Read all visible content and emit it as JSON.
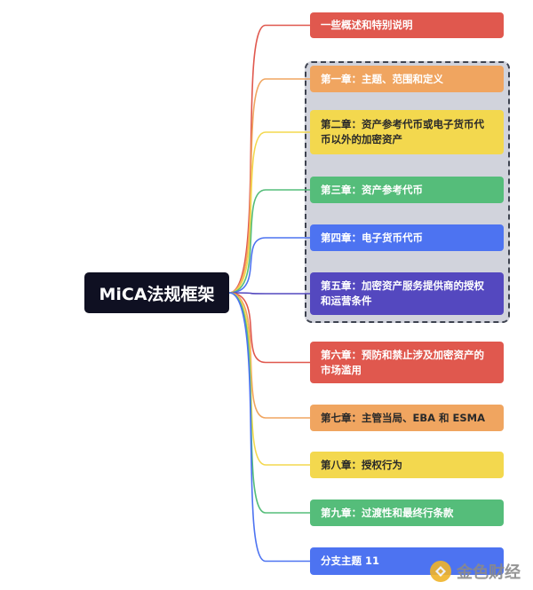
{
  "root": {
    "label": "MiCA法规框架"
  },
  "nodes": [
    {
      "label": "一些概述和特别说明",
      "color": "#e0584e"
    },
    {
      "label": "第一章：主题、范围和定义",
      "color": "#f0a560"
    },
    {
      "label": "第二章：资产参考代币或电子货币代币以外的加密资产",
      "color": "#f3d84e"
    },
    {
      "label": "第三章：资产参考代币",
      "color": "#55bd7a"
    },
    {
      "label": "第四章：电子货币代币",
      "color": "#4d73f1"
    },
    {
      "label": "第五章：加密资产服务提供商的授权和运营条件",
      "color": "#5448bf"
    },
    {
      "label": "第六章：预防和禁止涉及加密资产的市场滥用",
      "color": "#e0584e"
    },
    {
      "label": "第七章：主管当局、EBA 和 ESMA",
      "color": "#f0a560"
    },
    {
      "label": "第八章：授权行为",
      "color": "#f3d84e"
    },
    {
      "label": "第九章：过渡性和最终行条款",
      "color": "#55bd7a"
    },
    {
      "label": "分支主题 11",
      "color": "#4d73f1"
    }
  ],
  "watermark": {
    "text": "金色财经",
    "icon": "jinse-logo-icon"
  }
}
